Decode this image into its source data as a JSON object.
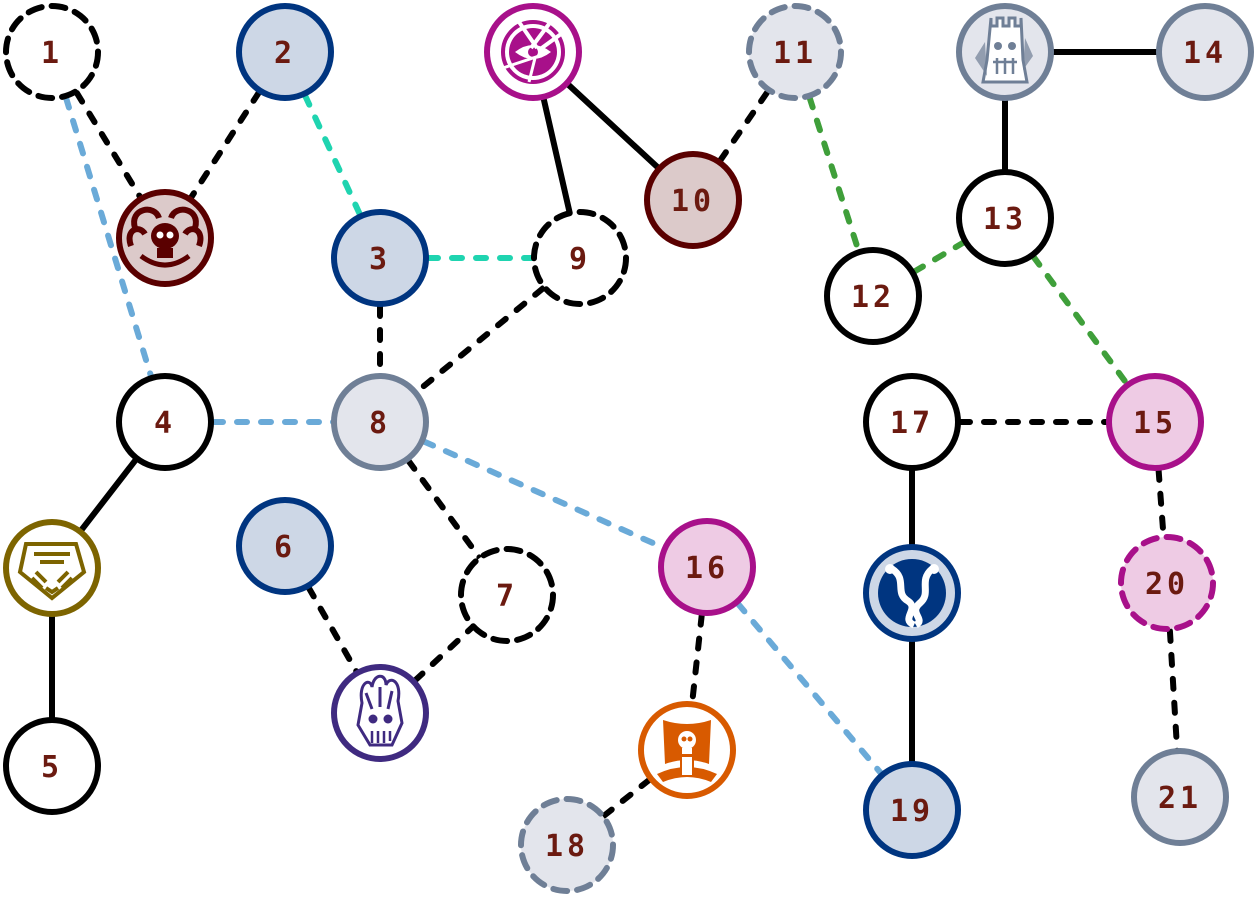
{
  "title": "Campaign map graph",
  "colors": {
    "label": "#6b1a10",
    "edge_black": "#000000",
    "edge_blue": "#6aaad8",
    "edge_teal": "#1fd4b0",
    "edge_green": "#3f9f3a"
  },
  "styles": {
    "plain": {
      "stroke": "#000000",
      "fill": "#ffffff"
    },
    "blue": {
      "stroke": "#003580",
      "fill": "#cdd7e6"
    },
    "grey": {
      "stroke": "#6f7f96",
      "fill": "#e3e5ec"
    },
    "pink": {
      "stroke": "#a8108a",
      "fill": "#eecbe4"
    },
    "maroon": {
      "stroke": "#5a0000",
      "fill": "#dccaca"
    },
    "gold": {
      "stroke": "#7d6400",
      "fill": "#ffffff"
    },
    "purple": {
      "stroke": "#3f2a80",
      "fill": "#ffffff"
    },
    "orange": {
      "stroke": "#d85a00",
      "fill": "#ffffff"
    },
    "magenta": {
      "stroke": "#a8108a",
      "fill": "#ffffff"
    }
  },
  "nodes": [
    {
      "id": "1",
      "label": "1",
      "style": "plain",
      "dashed": true
    },
    {
      "id": "2",
      "label": "2",
      "style": "blue",
      "dashed": false
    },
    {
      "id": "3",
      "label": "3",
      "style": "blue",
      "dashed": false
    },
    {
      "id": "4",
      "label": "4",
      "style": "plain",
      "dashed": false
    },
    {
      "id": "5",
      "label": "5",
      "style": "plain",
      "dashed": false
    },
    {
      "id": "6",
      "label": "6",
      "style": "blue",
      "dashed": false
    },
    {
      "id": "7",
      "label": "7",
      "style": "plain",
      "dashed": true
    },
    {
      "id": "8",
      "label": "8",
      "style": "grey",
      "dashed": false
    },
    {
      "id": "9",
      "label": "9",
      "style": "plain",
      "dashed": true
    },
    {
      "id": "10",
      "label": "10",
      "style": "maroon",
      "dashed": false
    },
    {
      "id": "11",
      "label": "11",
      "style": "grey",
      "dashed": true
    },
    {
      "id": "12",
      "label": "12",
      "style": "plain",
      "dashed": false
    },
    {
      "id": "13",
      "label": "13",
      "style": "plain",
      "dashed": false
    },
    {
      "id": "14",
      "label": "14",
      "style": "grey",
      "dashed": false
    },
    {
      "id": "15",
      "label": "15",
      "style": "pink",
      "dashed": false
    },
    {
      "id": "16",
      "label": "16",
      "style": "pink",
      "dashed": false
    },
    {
      "id": "17",
      "label": "17",
      "style": "plain",
      "dashed": false
    },
    {
      "id": "18",
      "label": "18",
      "style": "grey",
      "dashed": true
    },
    {
      "id": "19",
      "label": "19",
      "style": "blue",
      "dashed": false
    },
    {
      "id": "20",
      "label": "20",
      "style": "pink",
      "dashed": true
    },
    {
      "id": "21",
      "label": "21",
      "style": "grey",
      "dashed": false
    },
    {
      "id": "horned-skull",
      "label": "",
      "style": "maroon",
      "icon": "horned-skull-icon",
      "dashed": false
    },
    {
      "id": "eye-swords",
      "label": "",
      "style": "magenta",
      "icon": "eye-swords-icon",
      "dashed": false
    },
    {
      "id": "tower-skull",
      "label": "",
      "style": "grey",
      "icon": "tower-skull-icon",
      "dashed": false
    },
    {
      "id": "pentagon-face",
      "label": "",
      "style": "gold",
      "icon": "pentagon-face-icon",
      "dashed": false
    },
    {
      "id": "flame-skull",
      "label": "",
      "style": "purple",
      "icon": "flame-skull-icon",
      "dashed": false
    },
    {
      "id": "banner-skull",
      "label": "",
      "style": "orange",
      "icon": "banner-skull-icon",
      "dashed": false
    },
    {
      "id": "serpent",
      "label": "",
      "style": "blue",
      "icon": "serpent-icon",
      "dashed": false
    }
  ],
  "edges": [
    {
      "from": "1",
      "to": "horned-skull",
      "color": "edge_black",
      "dashed": true
    },
    {
      "from": "2",
      "to": "horned-skull",
      "color": "edge_black",
      "dashed": true
    },
    {
      "from": "1",
      "to": "4",
      "color": "edge_blue",
      "dashed": true
    },
    {
      "from": "2",
      "to": "3",
      "color": "edge_teal",
      "dashed": true
    },
    {
      "from": "3",
      "to": "9",
      "color": "edge_teal",
      "dashed": true
    },
    {
      "from": "3",
      "to": "8",
      "color": "edge_black",
      "dashed": true
    },
    {
      "from": "9",
      "to": "8",
      "color": "edge_black",
      "dashed": true
    },
    {
      "from": "eye-swords",
      "to": "9",
      "color": "edge_black",
      "dashed": false
    },
    {
      "from": "eye-swords",
      "to": "10",
      "color": "edge_black",
      "dashed": false
    },
    {
      "from": "10",
      "to": "11",
      "color": "edge_black",
      "dashed": true
    },
    {
      "from": "11",
      "to": "12",
      "color": "edge_green",
      "dashed": true
    },
    {
      "from": "12",
      "to": "13",
      "color": "edge_green",
      "dashed": true
    },
    {
      "from": "13",
      "to": "15",
      "color": "edge_green",
      "dashed": true
    },
    {
      "from": "tower-skull",
      "to": "13",
      "color": "edge_black",
      "dashed": false
    },
    {
      "from": "tower-skull",
      "to": "14",
      "color": "edge_black",
      "dashed": false
    },
    {
      "from": "4",
      "to": "8",
      "color": "edge_blue",
      "dashed": true
    },
    {
      "from": "4",
      "to": "pentagon-face",
      "color": "edge_black",
      "dashed": false
    },
    {
      "from": "pentagon-face",
      "to": "5",
      "color": "edge_black",
      "dashed": false
    },
    {
      "from": "8",
      "to": "7",
      "color": "edge_black",
      "dashed": true
    },
    {
      "from": "8",
      "to": "16",
      "color": "edge_blue",
      "dashed": true
    },
    {
      "from": "6",
      "to": "flame-skull",
      "color": "edge_black",
      "dashed": true
    },
    {
      "from": "flame-skull",
      "to": "7",
      "color": "edge_black",
      "dashed": true
    },
    {
      "from": "16",
      "to": "banner-skull",
      "color": "edge_black",
      "dashed": true
    },
    {
      "from": "banner-skull",
      "to": "18",
      "color": "edge_black",
      "dashed": true
    },
    {
      "from": "16",
      "to": "19",
      "color": "edge_blue",
      "dashed": true
    },
    {
      "from": "17",
      "to": "15",
      "color": "edge_black",
      "dashed": true
    },
    {
      "from": "17",
      "to": "serpent",
      "color": "edge_black",
      "dashed": false
    },
    {
      "from": "serpent",
      "to": "19",
      "color": "edge_black",
      "dashed": false
    },
    {
      "from": "15",
      "to": "20",
      "color": "edge_black",
      "dashed": true
    },
    {
      "from": "20",
      "to": "21",
      "color": "edge_black",
      "dashed": true
    }
  ]
}
